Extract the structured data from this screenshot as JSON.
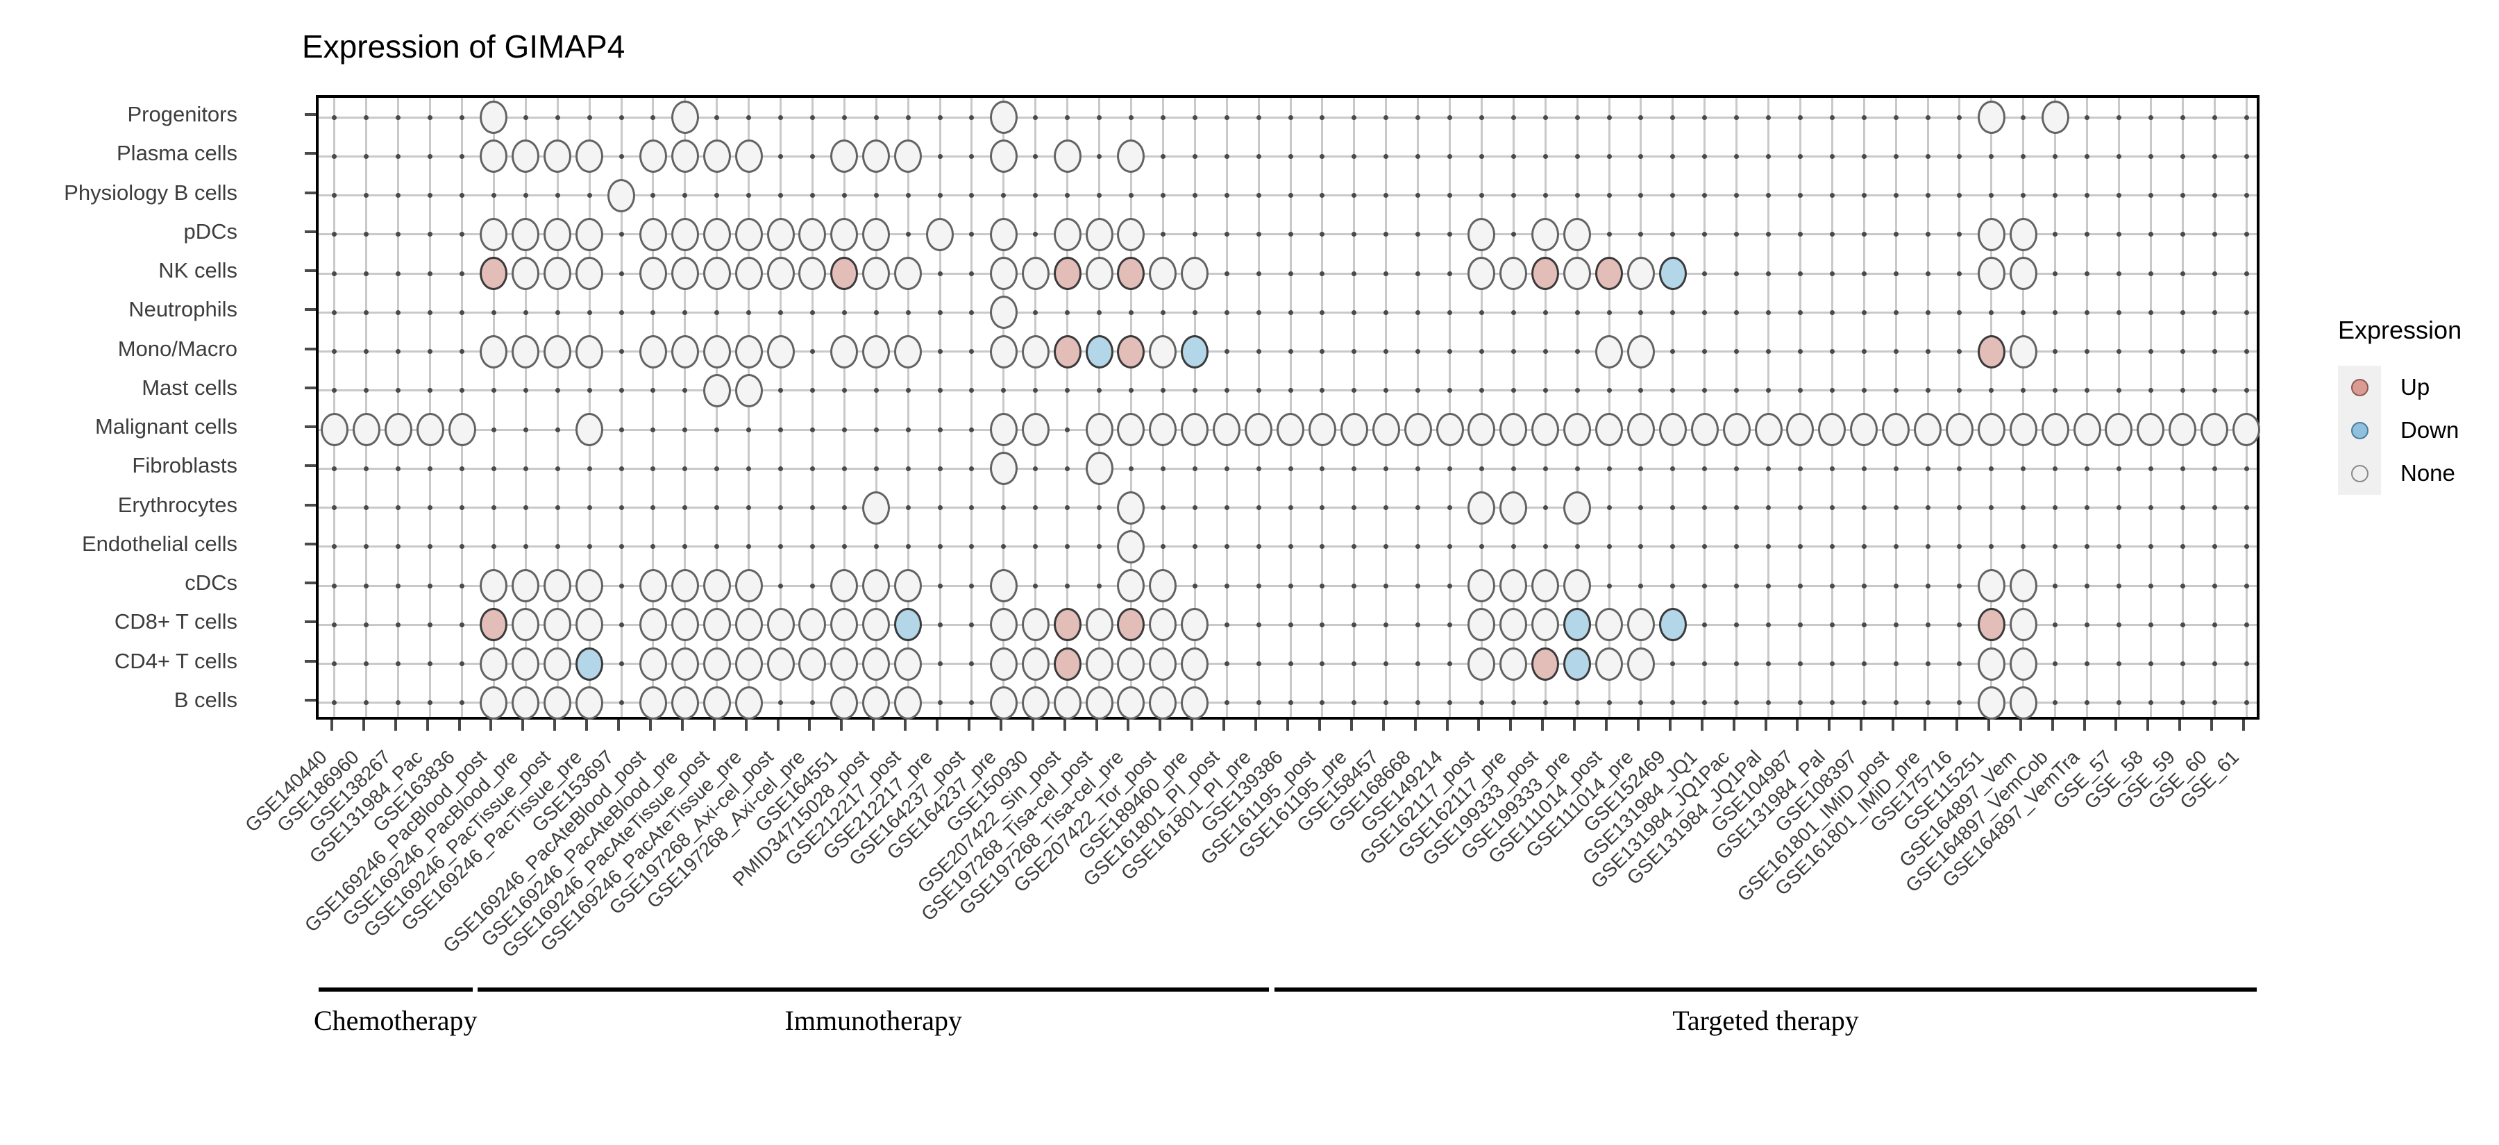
{
  "title": "Expression of GIMAP4",
  "legend": {
    "title": "Expression",
    "items": [
      {
        "label": "Up",
        "key": "up",
        "color": "#d99b92"
      },
      {
        "label": "Down",
        "key": "down",
        "color": "#8fc0dd"
      },
      {
        "label": "None",
        "key": "none",
        "color": "#efefef"
      }
    ]
  },
  "groups": [
    {
      "label": "Chemotherapy",
      "start": 0,
      "end": 4
    },
    {
      "label": "Immunotherapy",
      "start": 5,
      "end": 29
    },
    {
      "label": "Targeted therapy",
      "start": 30,
      "end": 60
    }
  ],
  "chart_data": {
    "type": "heatmap",
    "title": "Expression of GIMAP4",
    "xlabel": "",
    "ylabel": "",
    "grid": true,
    "legend_position": "right",
    "value_labels": [
      "Up",
      "Down",
      "None"
    ],
    "colors": {
      "up": "#e3bdb8",
      "down": "#b3d6e8",
      "none": "#f4f4f4"
    },
    "categories": [
      "GSE140440",
      "GSE186960",
      "GSE138267",
      "GSE131984_Pac",
      "GSE163836",
      "GSE169246_PacBlood_post",
      "GSE169246_PacBlood_pre",
      "GSE169246_PacTissue_post",
      "GSE169246_PacTissue_pre",
      "GSE153697",
      "GSE169246_PacAteBlood_post",
      "GSE169246_PacAteBlood_pre",
      "GSE169246_PacAteTissue_post",
      "GSE169246_PacAteTissue_pre",
      "GSE197268_Axi-cel_post",
      "GSE197268_Axi-cel_pre",
      "GSE164551",
      "PMID34715028_post",
      "GSE212217_post",
      "GSE212217_pre",
      "GSE164237_post",
      "GSE164237_pre",
      "GSE150930",
      "GSE207422_Sin_post",
      "GSE197268_Tisa-cel_post",
      "GSE197268_Tisa-cel_pre",
      "GSE207422_Tor_post",
      "GSE189460_pre",
      "GSE161801_PI_post",
      "GSE161801_PI_pre",
      "GSE139386",
      "GSE161195_post",
      "GSE161195_pre",
      "GSE158457",
      "GSE168668",
      "GSE149214",
      "GSE162117_post",
      "GSE162117_pre",
      "GSE199333_post",
      "GSE199333_pre",
      "GSE111014_post",
      "GSE111014_pre",
      "GSE152469",
      "GSE131984_JQ1",
      "GSE131984_JQ1Pac",
      "GSE131984_JQ1Pal",
      "GSE104987",
      "GSE131984_Pal",
      "GSE108397",
      "GSE161801_IMiD_post",
      "GSE161801_IMiD_pre",
      "GSE175716",
      "GSE115251",
      "GSE164897_Vem",
      "GSE164897_VemCob",
      "GSE164897_VemTra",
      "GSE_57",
      "GSE_58",
      "GSE_59",
      "GSE_60",
      "GSE_61"
    ],
    "rows": [
      {
        "name": "Progenitors",
        "cells": [
          [
            5,
            "none"
          ],
          [
            11,
            "none"
          ],
          [
            21,
            "none"
          ],
          [
            52,
            "none"
          ],
          [
            54,
            "none"
          ]
        ]
      },
      {
        "name": "Plasma cells",
        "cells": [
          [
            5,
            "none"
          ],
          [
            6,
            "none"
          ],
          [
            7,
            "none"
          ],
          [
            8,
            "none"
          ],
          [
            10,
            "none"
          ],
          [
            11,
            "none"
          ],
          [
            12,
            "none"
          ],
          [
            13,
            "none"
          ],
          [
            16,
            "none"
          ],
          [
            17,
            "none"
          ],
          [
            18,
            "none"
          ],
          [
            21,
            "none"
          ],
          [
            23,
            "none"
          ],
          [
            25,
            "none"
          ]
        ]
      },
      {
        "name": "Physiology B cells",
        "cells": [
          [
            9,
            "none"
          ]
        ]
      },
      {
        "name": "pDCs",
        "cells": [
          [
            5,
            "none"
          ],
          [
            6,
            "none"
          ],
          [
            7,
            "none"
          ],
          [
            8,
            "none"
          ],
          [
            10,
            "none"
          ],
          [
            11,
            "none"
          ],
          [
            12,
            "none"
          ],
          [
            13,
            "none"
          ],
          [
            14,
            "none"
          ],
          [
            15,
            "none"
          ],
          [
            16,
            "none"
          ],
          [
            17,
            "none"
          ],
          [
            19,
            "none"
          ],
          [
            21,
            "none"
          ],
          [
            23,
            "none"
          ],
          [
            24,
            "none"
          ],
          [
            25,
            "none"
          ],
          [
            36,
            "none"
          ],
          [
            38,
            "none"
          ],
          [
            39,
            "none"
          ],
          [
            52,
            "none"
          ],
          [
            53,
            "none"
          ]
        ]
      },
      {
        "name": "NK cells",
        "cells": [
          [
            5,
            "up"
          ],
          [
            6,
            "none"
          ],
          [
            7,
            "none"
          ],
          [
            8,
            "none"
          ],
          [
            10,
            "none"
          ],
          [
            11,
            "none"
          ],
          [
            12,
            "none"
          ],
          [
            13,
            "none"
          ],
          [
            14,
            "none"
          ],
          [
            15,
            "none"
          ],
          [
            16,
            "up"
          ],
          [
            17,
            "none"
          ],
          [
            18,
            "none"
          ],
          [
            21,
            "none"
          ],
          [
            22,
            "none"
          ],
          [
            23,
            "up"
          ],
          [
            24,
            "none"
          ],
          [
            25,
            "up"
          ],
          [
            26,
            "none"
          ],
          [
            27,
            "none"
          ],
          [
            36,
            "none"
          ],
          [
            37,
            "none"
          ],
          [
            38,
            "up"
          ],
          [
            39,
            "none"
          ],
          [
            40,
            "up"
          ],
          [
            41,
            "none"
          ],
          [
            42,
            "down"
          ],
          [
            52,
            "none"
          ],
          [
            53,
            "none"
          ]
        ]
      },
      {
        "name": "Neutrophils",
        "cells": [
          [
            21,
            "none"
          ]
        ]
      },
      {
        "name": "Mono/Macro",
        "cells": [
          [
            5,
            "none"
          ],
          [
            6,
            "none"
          ],
          [
            7,
            "none"
          ],
          [
            8,
            "none"
          ],
          [
            10,
            "none"
          ],
          [
            11,
            "none"
          ],
          [
            12,
            "none"
          ],
          [
            13,
            "none"
          ],
          [
            14,
            "none"
          ],
          [
            16,
            "none"
          ],
          [
            17,
            "none"
          ],
          [
            18,
            "none"
          ],
          [
            21,
            "none"
          ],
          [
            22,
            "none"
          ],
          [
            23,
            "up"
          ],
          [
            24,
            "down"
          ],
          [
            25,
            "up"
          ],
          [
            26,
            "none"
          ],
          [
            27,
            "down"
          ],
          [
            40,
            "none"
          ],
          [
            41,
            "none"
          ],
          [
            52,
            "up"
          ],
          [
            53,
            "none"
          ]
        ]
      },
      {
        "name": "Mast cells",
        "cells": [
          [
            12,
            "none"
          ],
          [
            13,
            "none"
          ]
        ]
      },
      {
        "name": "Malignant cells",
        "cells": [
          [
            0,
            "none"
          ],
          [
            1,
            "none"
          ],
          [
            2,
            "none"
          ],
          [
            3,
            "none"
          ],
          [
            4,
            "none"
          ],
          [
            8,
            "none"
          ],
          [
            21,
            "none"
          ],
          [
            22,
            "none"
          ],
          [
            24,
            "none"
          ],
          [
            25,
            "none"
          ],
          [
            26,
            "none"
          ],
          [
            27,
            "none"
          ],
          [
            28,
            "none"
          ],
          [
            29,
            "none"
          ],
          [
            30,
            "none"
          ],
          [
            31,
            "none"
          ],
          [
            32,
            "none"
          ],
          [
            33,
            "none"
          ],
          [
            34,
            "none"
          ],
          [
            35,
            "none"
          ],
          [
            36,
            "none"
          ],
          [
            37,
            "none"
          ],
          [
            38,
            "none"
          ],
          [
            39,
            "none"
          ],
          [
            40,
            "none"
          ],
          [
            41,
            "none"
          ],
          [
            42,
            "none"
          ],
          [
            43,
            "none"
          ],
          [
            44,
            "none"
          ],
          [
            45,
            "none"
          ],
          [
            46,
            "none"
          ],
          [
            47,
            "none"
          ],
          [
            48,
            "none"
          ],
          [
            49,
            "none"
          ],
          [
            50,
            "none"
          ],
          [
            51,
            "none"
          ],
          [
            52,
            "none"
          ],
          [
            53,
            "none"
          ],
          [
            54,
            "none"
          ],
          [
            55,
            "none"
          ],
          [
            56,
            "none"
          ],
          [
            57,
            "none"
          ],
          [
            58,
            "none"
          ],
          [
            59,
            "none"
          ],
          [
            60,
            "none"
          ]
        ]
      },
      {
        "name": "Fibroblasts",
        "cells": [
          [
            21,
            "none"
          ],
          [
            24,
            "none"
          ]
        ]
      },
      {
        "name": "Erythrocytes",
        "cells": [
          [
            17,
            "none"
          ],
          [
            25,
            "none"
          ],
          [
            36,
            "none"
          ],
          [
            37,
            "none"
          ],
          [
            39,
            "none"
          ]
        ]
      },
      {
        "name": "Endothelial cells",
        "cells": [
          [
            25,
            "none"
          ]
        ]
      },
      {
        "name": "cDCs",
        "cells": [
          [
            5,
            "none"
          ],
          [
            6,
            "none"
          ],
          [
            7,
            "none"
          ],
          [
            8,
            "none"
          ],
          [
            10,
            "none"
          ],
          [
            11,
            "none"
          ],
          [
            12,
            "none"
          ],
          [
            13,
            "none"
          ],
          [
            16,
            "none"
          ],
          [
            17,
            "none"
          ],
          [
            18,
            "none"
          ],
          [
            21,
            "none"
          ],
          [
            25,
            "none"
          ],
          [
            26,
            "none"
          ],
          [
            36,
            "none"
          ],
          [
            37,
            "none"
          ],
          [
            38,
            "none"
          ],
          [
            39,
            "none"
          ],
          [
            52,
            "none"
          ],
          [
            53,
            "none"
          ]
        ]
      },
      {
        "name": "CD8+ T cells",
        "cells": [
          [
            5,
            "up"
          ],
          [
            6,
            "none"
          ],
          [
            7,
            "none"
          ],
          [
            8,
            "none"
          ],
          [
            10,
            "none"
          ],
          [
            11,
            "none"
          ],
          [
            12,
            "none"
          ],
          [
            13,
            "none"
          ],
          [
            14,
            "none"
          ],
          [
            15,
            "none"
          ],
          [
            16,
            "none"
          ],
          [
            17,
            "none"
          ],
          [
            18,
            "down"
          ],
          [
            21,
            "none"
          ],
          [
            22,
            "none"
          ],
          [
            23,
            "up"
          ],
          [
            24,
            "none"
          ],
          [
            25,
            "up"
          ],
          [
            26,
            "none"
          ],
          [
            27,
            "none"
          ],
          [
            36,
            "none"
          ],
          [
            37,
            "none"
          ],
          [
            38,
            "none"
          ],
          [
            39,
            "down"
          ],
          [
            40,
            "none"
          ],
          [
            41,
            "none"
          ],
          [
            42,
            "down"
          ],
          [
            52,
            "up"
          ],
          [
            53,
            "none"
          ]
        ]
      },
      {
        "name": "CD4+ T cells",
        "cells": [
          [
            5,
            "none"
          ],
          [
            6,
            "none"
          ],
          [
            7,
            "none"
          ],
          [
            8,
            "down"
          ],
          [
            10,
            "none"
          ],
          [
            11,
            "none"
          ],
          [
            12,
            "none"
          ],
          [
            13,
            "none"
          ],
          [
            14,
            "none"
          ],
          [
            15,
            "none"
          ],
          [
            16,
            "none"
          ],
          [
            17,
            "none"
          ],
          [
            18,
            "none"
          ],
          [
            21,
            "none"
          ],
          [
            22,
            "none"
          ],
          [
            23,
            "up"
          ],
          [
            24,
            "none"
          ],
          [
            25,
            "none"
          ],
          [
            26,
            "none"
          ],
          [
            27,
            "none"
          ],
          [
            36,
            "none"
          ],
          [
            37,
            "none"
          ],
          [
            38,
            "up"
          ],
          [
            39,
            "down"
          ],
          [
            40,
            "none"
          ],
          [
            41,
            "none"
          ],
          [
            52,
            "none"
          ],
          [
            53,
            "none"
          ]
        ]
      },
      {
        "name": "B cells",
        "cells": [
          [
            5,
            "none"
          ],
          [
            6,
            "none"
          ],
          [
            7,
            "none"
          ],
          [
            8,
            "none"
          ],
          [
            10,
            "none"
          ],
          [
            11,
            "none"
          ],
          [
            12,
            "none"
          ],
          [
            13,
            "none"
          ],
          [
            16,
            "none"
          ],
          [
            17,
            "none"
          ],
          [
            18,
            "none"
          ],
          [
            21,
            "none"
          ],
          [
            22,
            "none"
          ],
          [
            23,
            "none"
          ],
          [
            24,
            "none"
          ],
          [
            25,
            "none"
          ],
          [
            26,
            "none"
          ],
          [
            27,
            "none"
          ],
          [
            52,
            "none"
          ],
          [
            53,
            "none"
          ]
        ]
      }
    ]
  }
}
